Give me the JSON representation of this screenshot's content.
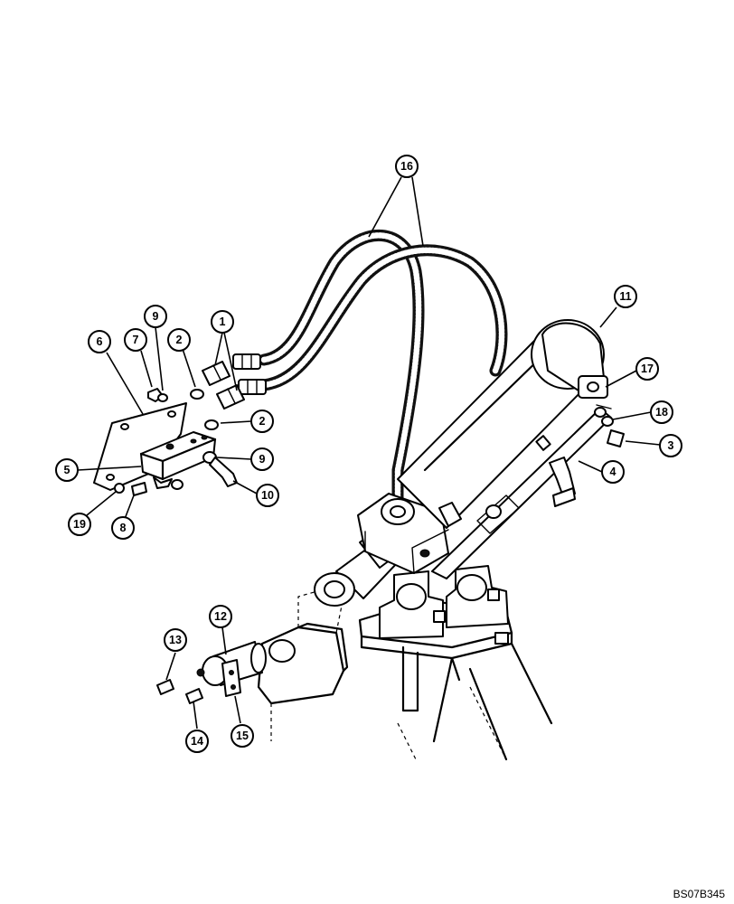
{
  "drawing_code": "BS07B345",
  "callouts": [
    {
      "id": "c1",
      "label": "1"
    },
    {
      "id": "c2a",
      "label": "2"
    },
    {
      "id": "c2b",
      "label": "2"
    },
    {
      "id": "c3",
      "label": "3"
    },
    {
      "id": "c4",
      "label": "4"
    },
    {
      "id": "c5",
      "label": "5"
    },
    {
      "id": "c6",
      "label": "6"
    },
    {
      "id": "c7",
      "label": "7"
    },
    {
      "id": "c8",
      "label": "8"
    },
    {
      "id": "c9a",
      "label": "9"
    },
    {
      "id": "c9b",
      "label": "9"
    },
    {
      "id": "c10",
      "label": "10"
    },
    {
      "id": "c11",
      "label": "11"
    },
    {
      "id": "c12",
      "label": "12"
    },
    {
      "id": "c13",
      "label": "13"
    },
    {
      "id": "c14",
      "label": "14"
    },
    {
      "id": "c15",
      "label": "15"
    },
    {
      "id": "c16",
      "label": "16"
    },
    {
      "id": "c17",
      "label": "17"
    },
    {
      "id": "c18",
      "label": "18"
    },
    {
      "id": "c19",
      "label": "19"
    }
  ]
}
